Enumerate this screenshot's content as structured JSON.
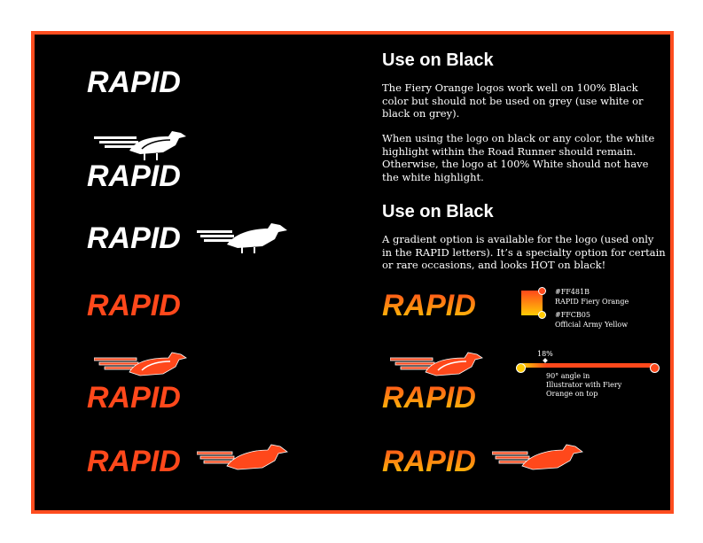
{
  "colors": {
    "frame": "#ff4d1f",
    "background": "#000000",
    "fiery_orange": "#FF481B",
    "army_yellow": "#FFCB05",
    "white": "#ffffff"
  },
  "logo_text": "RAPID",
  "sections": [
    {
      "heading": "Use on Black",
      "paragraphs": [
        "The Fiery Orange logos work well on 100% Black color but should not be used on grey (use white or black on grey).",
        "When using the logo on black or any color, the white highlight within the Road Runner should remain. Otherwise, the logo at 100% White should not have the white highlight."
      ]
    },
    {
      "heading": "Use on Black",
      "paragraphs": [
        "A gradient option is available for the logo (used only in the RAPID letters). It’s a specialty option for certain or rare occasions, and looks HOT on black!"
      ]
    }
  ],
  "swatches": [
    {
      "hex": "#FF481B",
      "name": "RAPID Fiery Orange"
    },
    {
      "hex": "#FFCB05",
      "name": "Official Army Yellow"
    }
  ],
  "gradient_slider": {
    "percent_label": "18%",
    "note": "90° angle in Illustrator with Fiery Orange on top"
  }
}
